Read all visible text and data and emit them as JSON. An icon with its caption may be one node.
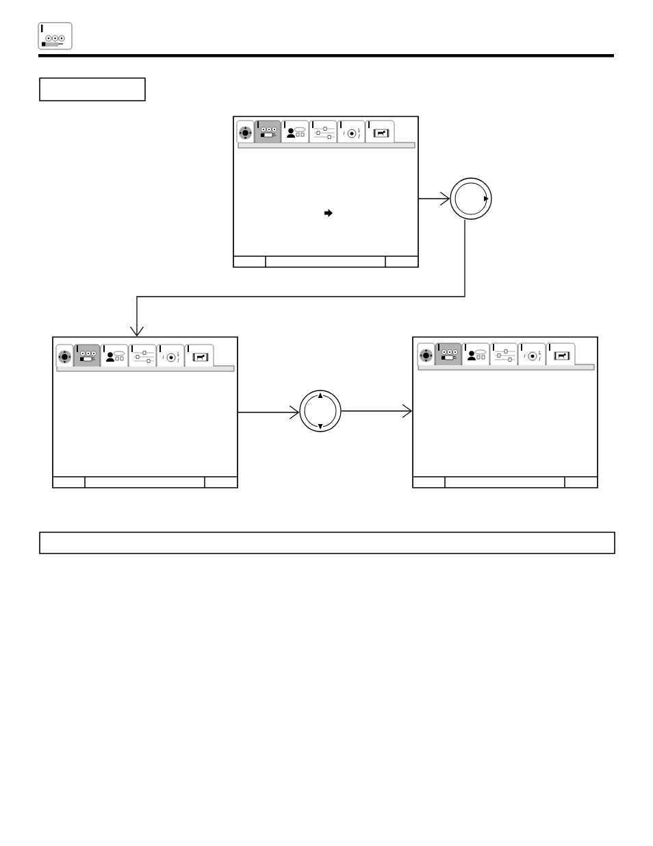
{
  "diagram": {
    "nodes": [
      {
        "text": [],
        "shape": "box"
      },
      {
        "text": [],
        "shape": "box"
      },
      {
        "text": [],
        "shape": "circle"
      },
      {
        "text": [],
        "shape": "box"
      },
      {
        "text": [],
        "shape": "circle"
      },
      {
        "text": [],
        "shape": "box"
      },
      {
        "text": [],
        "shape": "box"
      }
    ],
    "edges": [
      {
        "from": 1,
        "to": 2,
        "arrow": "to"
      },
      {
        "from": 2,
        "to": 3,
        "arrow": "to"
      },
      {
        "from": 3,
        "to": 4,
        "arrow": "to"
      },
      {
        "from": 4,
        "to": 5,
        "arrow": "to"
      }
    ]
  }
}
